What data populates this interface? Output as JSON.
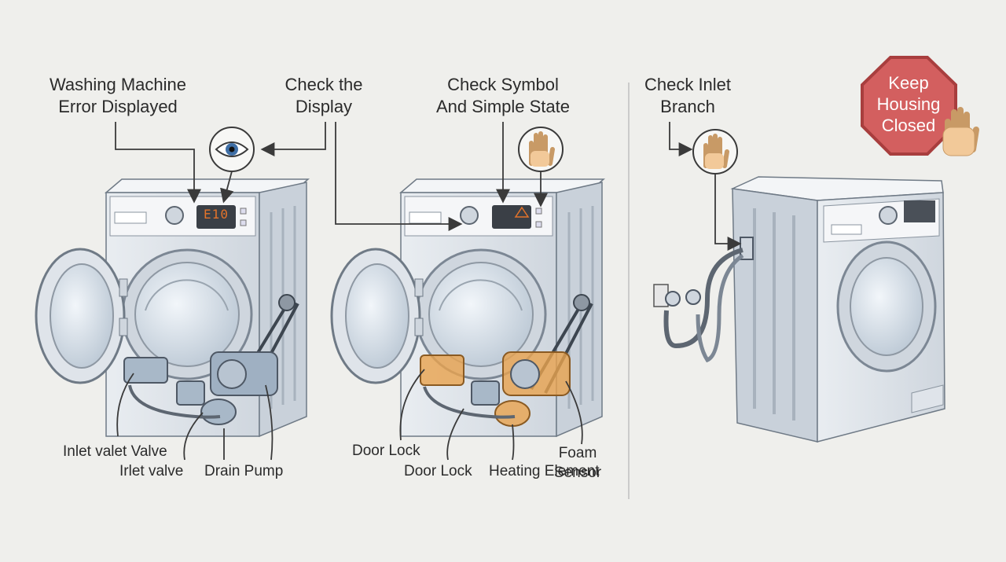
{
  "labels": {
    "error_displayed": "Washing Machine\nError Displayed",
    "check_display": "Check the\nDisplay",
    "check_symbol": "Check Symbol\nAnd Simple State",
    "check_inlet": "Check Inlet\nBranch",
    "keep_housing": "Keep\nHousing\nClosed",
    "inlet_valet_valve": "Inlet valet Valve",
    "irlet_valve": "Irlet valve",
    "drain_pump": "Drain Pump",
    "door_lock_1": "Door Lock",
    "door_lock_2": "Door Lock",
    "heating_element": "Heating Element",
    "foam_sensor": "Foam\nSensor"
  },
  "display": {
    "error_code": "E10",
    "warning_symbol": "⚠"
  },
  "icons": [
    "eye-icon",
    "hand-icon",
    "stop-sign-icon",
    "warning-icon"
  ],
  "colors": {
    "background": "#efefec",
    "line": "#3a3a3a",
    "machine_body": "#dfe4ea",
    "machine_edge": "#7c8794",
    "component_orange": "#e8a24d",
    "stop_red": "#d35f5f",
    "skin": "#f2c999",
    "error_orange": "#e3732a"
  }
}
